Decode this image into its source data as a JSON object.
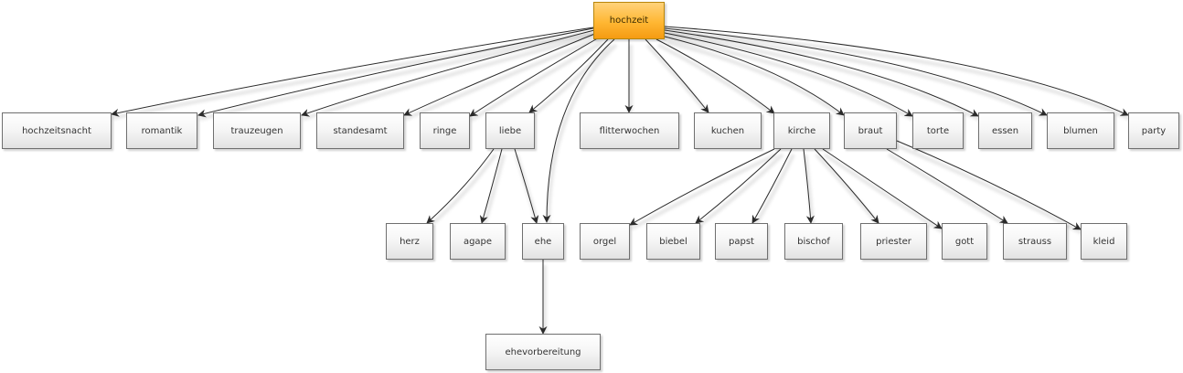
{
  "diagram": {
    "root": {
      "id": "hochzeit",
      "label": "hochzeit"
    },
    "nodes": [
      {
        "id": "hochzeitsnacht",
        "label": "hochzeitsnacht"
      },
      {
        "id": "romantik",
        "label": "romantik"
      },
      {
        "id": "trauzeugen",
        "label": "trauzeugen"
      },
      {
        "id": "standesamt",
        "label": "standesamt"
      },
      {
        "id": "ringe",
        "label": "ringe"
      },
      {
        "id": "liebe",
        "label": "liebe"
      },
      {
        "id": "flitterwochen",
        "label": "flitterwochen"
      },
      {
        "id": "kuchen",
        "label": "kuchen"
      },
      {
        "id": "kirche",
        "label": "kirche"
      },
      {
        "id": "braut",
        "label": "braut"
      },
      {
        "id": "torte",
        "label": "torte"
      },
      {
        "id": "essen",
        "label": "essen"
      },
      {
        "id": "blumen",
        "label": "blumen"
      },
      {
        "id": "party",
        "label": "party"
      },
      {
        "id": "herz",
        "label": "herz"
      },
      {
        "id": "agape",
        "label": "agape"
      },
      {
        "id": "ehe",
        "label": "ehe"
      },
      {
        "id": "orgel",
        "label": "orgel"
      },
      {
        "id": "biebel",
        "label": "biebel"
      },
      {
        "id": "papst",
        "label": "papst"
      },
      {
        "id": "bischof",
        "label": "bischof"
      },
      {
        "id": "priester",
        "label": "priester"
      },
      {
        "id": "gott",
        "label": "gott"
      },
      {
        "id": "strauss",
        "label": "strauss"
      },
      {
        "id": "kleid",
        "label": "kleid"
      },
      {
        "id": "ehevorbereitung",
        "label": "ehevorbereitung"
      }
    ],
    "edges": [
      [
        "hochzeit",
        "hochzeitsnacht"
      ],
      [
        "hochzeit",
        "romantik"
      ],
      [
        "hochzeit",
        "trauzeugen"
      ],
      [
        "hochzeit",
        "standesamt"
      ],
      [
        "hochzeit",
        "ringe"
      ],
      [
        "hochzeit",
        "liebe"
      ],
      [
        "hochzeit",
        "ehe"
      ],
      [
        "hochzeit",
        "flitterwochen"
      ],
      [
        "hochzeit",
        "kuchen"
      ],
      [
        "hochzeit",
        "kirche"
      ],
      [
        "hochzeit",
        "braut"
      ],
      [
        "hochzeit",
        "torte"
      ],
      [
        "hochzeit",
        "essen"
      ],
      [
        "hochzeit",
        "blumen"
      ],
      [
        "hochzeit",
        "party"
      ],
      [
        "liebe",
        "herz"
      ],
      [
        "liebe",
        "agape"
      ],
      [
        "liebe",
        "ehe"
      ],
      [
        "ehe",
        "ehevorbereitung"
      ],
      [
        "kirche",
        "orgel"
      ],
      [
        "kirche",
        "biebel"
      ],
      [
        "kirche",
        "papst"
      ],
      [
        "kirche",
        "bischof"
      ],
      [
        "kirche",
        "priester"
      ],
      [
        "kirche",
        "gott"
      ],
      [
        "braut",
        "strauss"
      ],
      [
        "braut",
        "kleid"
      ]
    ]
  }
}
